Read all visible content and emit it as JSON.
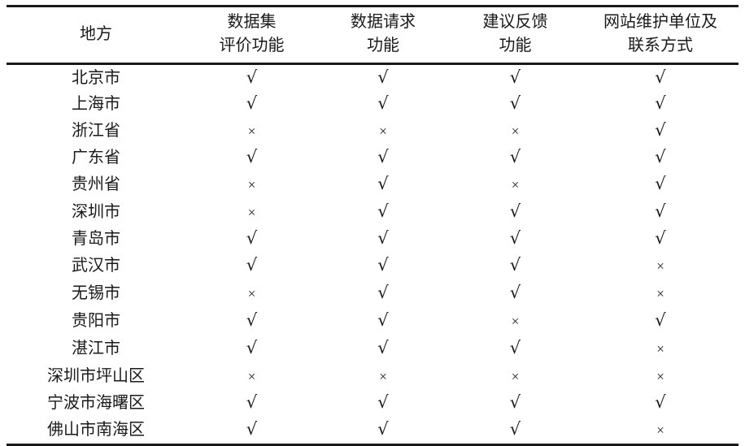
{
  "table": {
    "headers": [
      "地方",
      "数据集\n评价功能",
      "数据请求\n功能",
      "建议反馈\n功能",
      "网站维护单位及\n联系方式"
    ],
    "marks": {
      "yes": "√",
      "no": "×"
    },
    "rows": [
      {
        "region": "北京市",
        "cells": [
          "√",
          "√",
          "√",
          "√"
        ]
      },
      {
        "region": "上海市",
        "cells": [
          "√",
          "√",
          "√",
          "√"
        ]
      },
      {
        "region": "浙江省",
        "cells": [
          "×",
          "×",
          "×",
          "√"
        ]
      },
      {
        "region": "广东省",
        "cells": [
          "√",
          "√",
          "√",
          "√"
        ]
      },
      {
        "region": "贵州省",
        "cells": [
          "×",
          "√",
          "×",
          "√"
        ]
      },
      {
        "region": "深圳市",
        "cells": [
          "×",
          "√",
          "√",
          "√"
        ]
      },
      {
        "region": "青岛市",
        "cells": [
          "√",
          "√",
          "√",
          "√"
        ]
      },
      {
        "region": "武汉市",
        "cells": [
          "√",
          "√",
          "√",
          "×"
        ]
      },
      {
        "region": "无锡市",
        "cells": [
          "×",
          "√",
          "√",
          "×"
        ]
      },
      {
        "region": "贵阳市",
        "cells": [
          "√",
          "√",
          "×",
          "√"
        ]
      },
      {
        "region": "湛江市",
        "cells": [
          "√",
          "√",
          "√",
          "×"
        ]
      },
      {
        "region": "深圳市坪山区",
        "cells": [
          "×",
          "×",
          "×",
          "×"
        ]
      },
      {
        "region": "宁波市海曙区",
        "cells": [
          "√",
          "√",
          "√",
          "√"
        ]
      },
      {
        "region": "佛山市南海区",
        "cells": [
          "√",
          "√",
          "√",
          "×"
        ]
      }
    ]
  },
  "colors": {
    "text": "#1a1a1a",
    "rule": "#1a1a1a",
    "background": "#ffffff"
  }
}
